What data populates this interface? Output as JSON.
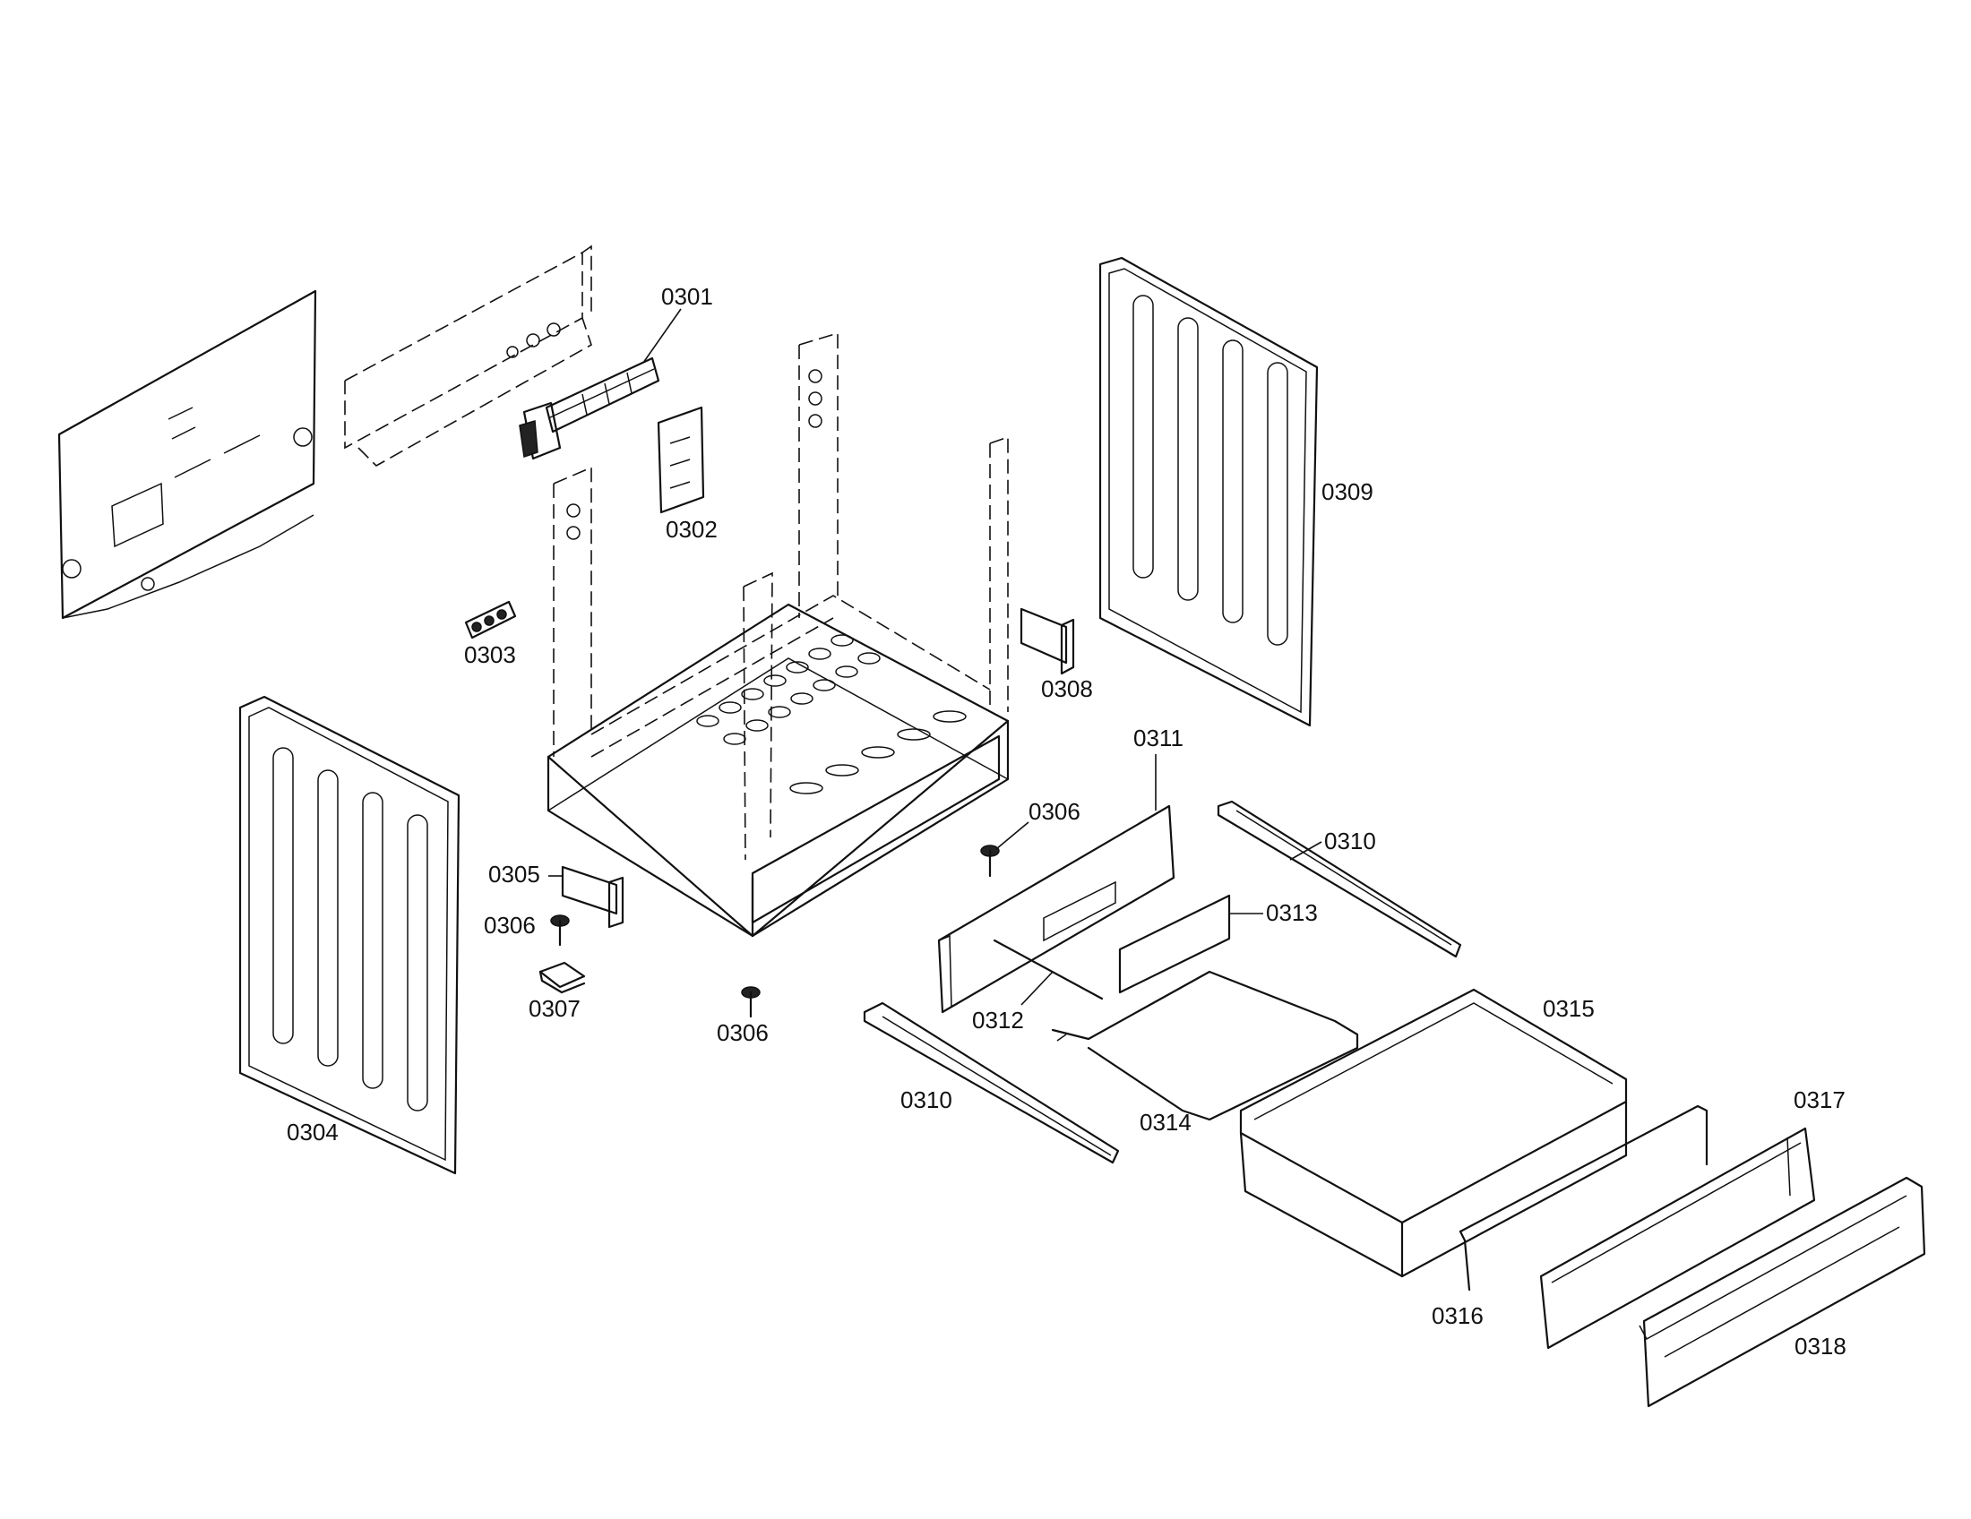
{
  "diagram": {
    "labels": {
      "p0301": "0301",
      "p0302": "0302",
      "p0303": "0303",
      "p0304": "0304",
      "p0305": "0305",
      "p0306a": "0306",
      "p0306b": "0306",
      "p0306c": "0306",
      "p0307": "0307",
      "p0308": "0308",
      "p0309": "0309",
      "p0310a": "0310",
      "p0310b": "0310",
      "p0311": "0311",
      "p0312": "0312",
      "p0313": "0313",
      "p0314": "0314",
      "p0315": "0315",
      "p0316": "0316",
      "p0317": "0317",
      "p0318": "0318"
    }
  }
}
